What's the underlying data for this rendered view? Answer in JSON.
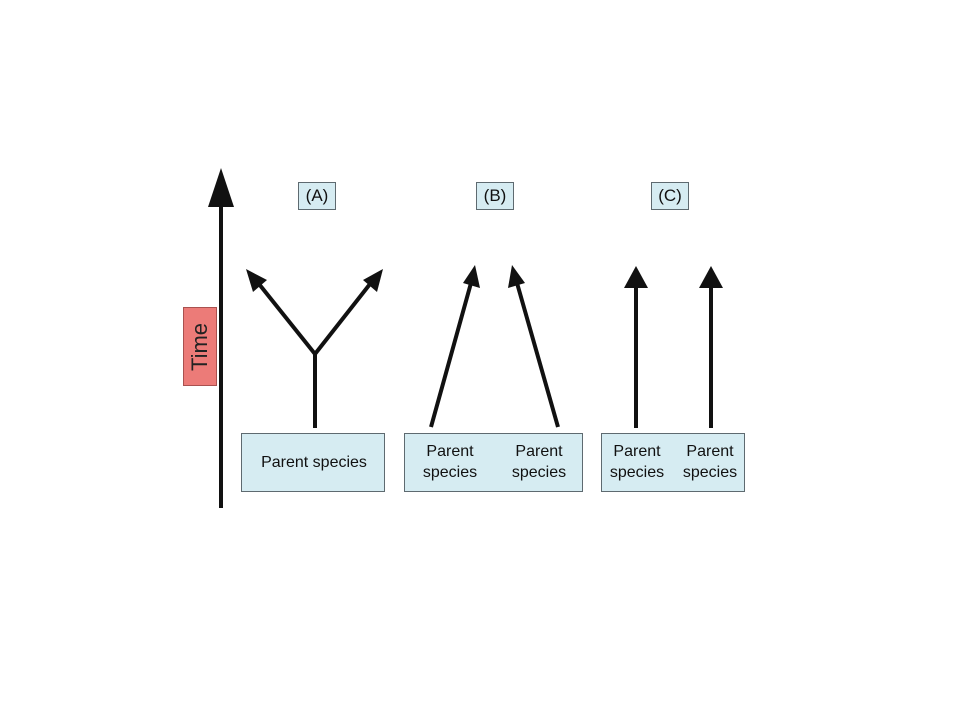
{
  "axis": {
    "label": "Time"
  },
  "panels": [
    {
      "label": "(A)",
      "boxes": [
        {
          "text": "Parent species"
        }
      ]
    },
    {
      "label": "(B)",
      "boxes": [
        {
          "line1": "Parent",
          "line2": "species"
        },
        {
          "line1": "Parent",
          "line2": "species"
        }
      ]
    },
    {
      "label": "(C)",
      "boxes": [
        {
          "line1": "Parent",
          "line2": "species"
        },
        {
          "line1": "Parent",
          "line2": "species"
        }
      ]
    }
  ]
}
